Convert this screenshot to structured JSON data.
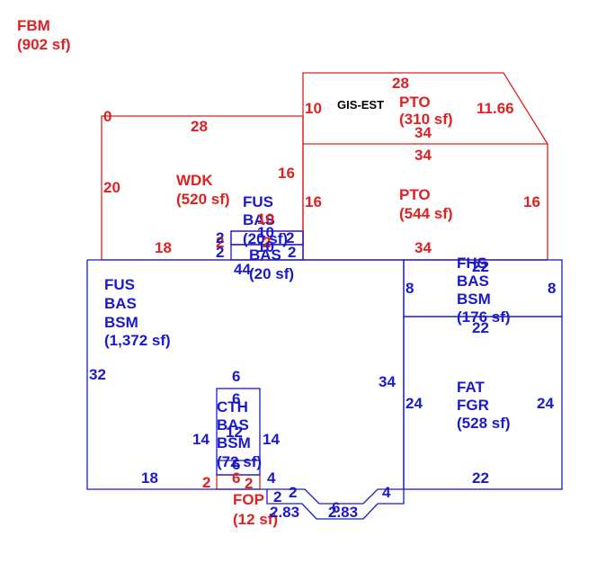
{
  "legend": {
    "code": "FBM",
    "area": "(902 sf)"
  },
  "areas": {
    "wdk": [
      "WDK",
      "(520 sf)"
    ],
    "pto_top": [
      "PTO",
      "(310 sf)"
    ],
    "pto_main": [
      "PTO",
      "(544 sf)"
    ],
    "fus_small": [
      "FUS",
      "BAS",
      "(20 sf)"
    ],
    "bas_small": [
      "BAS",
      "(20 sf)"
    ],
    "fus_main": [
      "FUS",
      "BAS",
      "BSM",
      "(1,372 sf)"
    ],
    "fhs": [
      "FHS",
      "BAS",
      "BSM",
      "(176 sf)"
    ],
    "fat": [
      "FAT",
      "FGR",
      "(528 sf)"
    ],
    "cth": [
      "CTH",
      "BAS",
      "BSM",
      "(72 sf)"
    ],
    "fop": [
      "FOP",
      "(12 sf)"
    ]
  },
  "gis_label": "GIS-EST",
  "red_dims": {
    "wdk_zero": "0",
    "wdk_top": "28",
    "wdk_left": "20",
    "wdk_bottom": "18",
    "wdk_right": "16",
    "pto_top_top": "28",
    "pto_top_left": "10",
    "pto_top_right": "11.66",
    "pto_top_bottom": "34",
    "pto_main_top": "34",
    "pto_main_left": "16",
    "pto_main_right": "16",
    "pto_main_bottom": "34",
    "small_10": "10",
    "small_2a": "2",
    "small_2b": "2",
    "fop_2": "2",
    "fop_6": "6",
    "fop_2b": "2"
  },
  "blue_dims": {
    "s_2a": "2",
    "s_10a": "10",
    "s_2b": "2",
    "s_2c": "2",
    "s_10b": "10",
    "s_2d": "2",
    "fus_44": "44",
    "fus_32": "32",
    "fus_18": "18",
    "fus_34": "34",
    "fus_4": "4",
    "fhs_22t": "22",
    "fhs_8l": "8",
    "fhs_8r": "8",
    "fhs_22b": "22",
    "fat_24l": "24",
    "fat_24r": "24",
    "fat_22": "22",
    "cth_6t": "6",
    "cth_6b": "6",
    "cth_14l": "14",
    "cth_14r": "14",
    "cth_12": "12",
    "cth_6c": "6",
    "cth_4": "4",
    "cth_2": "2",
    "b_2a": "2",
    "b_2b": "2",
    "b_283a": "2.83",
    "b_6": "6",
    "b_283b": "2.83",
    "b_4": "4"
  }
}
